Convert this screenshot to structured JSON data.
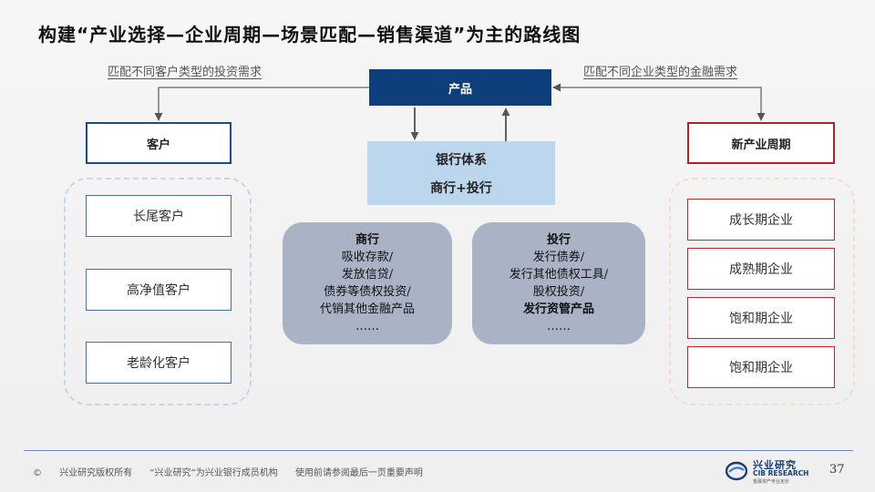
{
  "title": "构建“产业选择—企业周期—场景匹配—销售渠道”为主的路线图",
  "notes": {
    "left": "匹配不同客户类型的投资需求",
    "right": "匹配不同企业类型的金融需求"
  },
  "product": "产品",
  "bank_system": {
    "line1": "银行体系",
    "line2": "商行+投行"
  },
  "customer": {
    "header": "客户",
    "items": [
      "长尾客户",
      "高净值客户",
      "老龄化客户"
    ]
  },
  "industry_cycle": {
    "header": "新产业周期",
    "items": [
      "成长期企业",
      "成熟期企业",
      "饱和期企业",
      "饱和期企业"
    ]
  },
  "commercial_bank": {
    "header": "商行",
    "lines": [
      "吸收存款/",
      "发放信贷/",
      "债券等债权投资/",
      "代销其他金融产品",
      "……"
    ]
  },
  "investment_bank": {
    "header": "投行",
    "lines": [
      "发行债券/",
      "发行其他债权工具/",
      "股权投资/",
      "发行资管产品",
      "……"
    ]
  },
  "footer": {
    "copyright_symbol": "©",
    "items": [
      "兴业研究版权所有",
      "“兴业研究”为兴业银行成员机构",
      "使用前请参阅最后一页重要声明"
    ],
    "page_number": "37"
  },
  "logo": {
    "cn": "兴业研究",
    "en": "CIB RESEARCH",
    "sub": "金融资产专业定价"
  },
  "colors": {
    "product_fill": "#0f3e7c",
    "bank_fill": "#bcd6ee",
    "customer_border": "#1e4a86",
    "cycle_border": "#b32025",
    "detail_fill": "#a9b3c5"
  }
}
